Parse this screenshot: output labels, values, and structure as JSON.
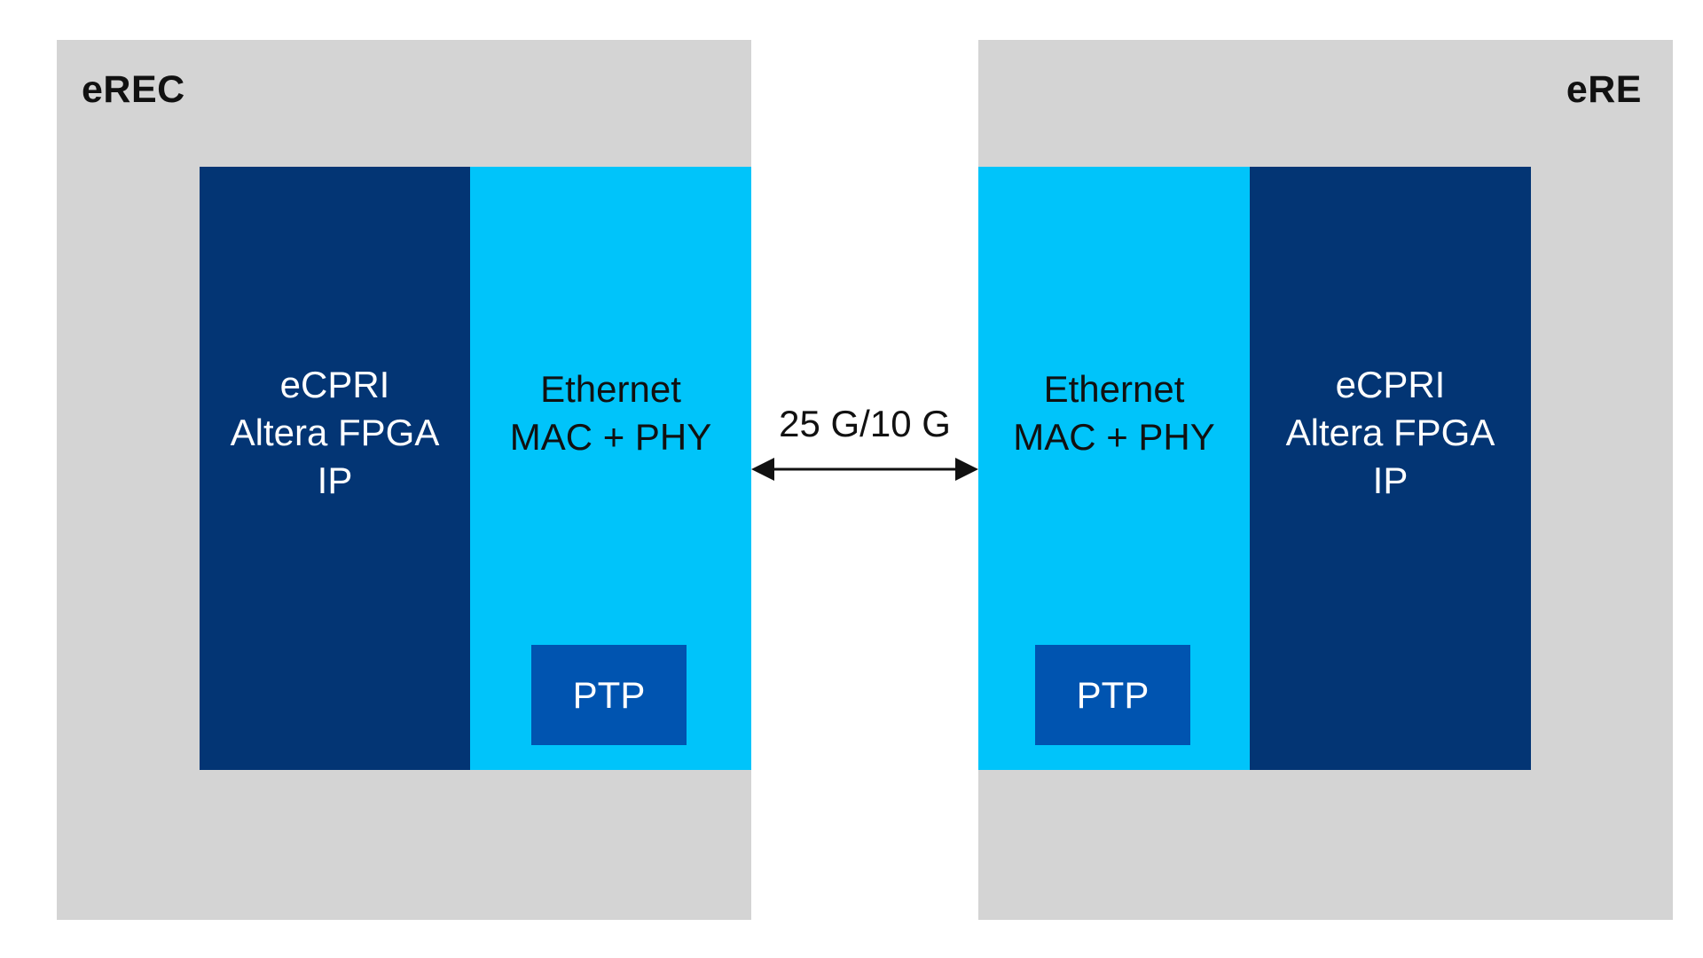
{
  "left_system": {
    "title": "eREC",
    "ecpri_lines": [
      "eCPRI",
      "Altera FPGA",
      "IP"
    ],
    "ethernet_lines": [
      "Ethernet",
      "MAC + PHY"
    ],
    "ptp_label": "PTP"
  },
  "right_system": {
    "title": "eRE",
    "ecpri_lines": [
      "eCPRI",
      "Altera FPGA",
      "IP"
    ],
    "ethernet_lines": [
      "Ethernet",
      "MAC + PHY"
    ],
    "ptp_label": "PTP"
  },
  "link": {
    "label": "25 G/10 G",
    "direction": "bidirectional"
  },
  "colors": {
    "panel_bg": "#d4d4d4",
    "ecpri_block": "#033574",
    "ethernet_block": "#00c4fa",
    "ptp_block": "#0054b0"
  }
}
